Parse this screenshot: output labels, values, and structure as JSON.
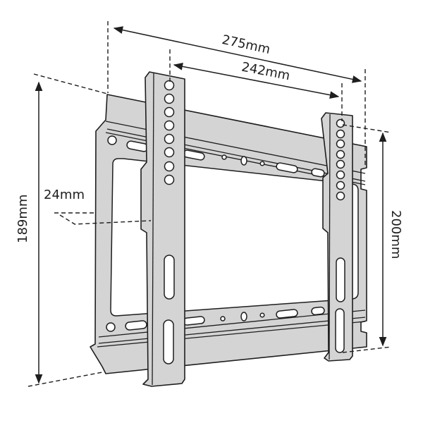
{
  "diagram": {
    "subject": "Fixed TV wall mount bracket",
    "colors": {
      "metal": "#d4d4d4",
      "outline": "#1e1e1e",
      "background": "#ffffff"
    },
    "dimensions": {
      "overall_width": "275mm",
      "hole_spacing_width": "242mm",
      "overall_height": "189mm",
      "hole_spacing_height": "200mm",
      "depth": "24mm"
    }
  }
}
